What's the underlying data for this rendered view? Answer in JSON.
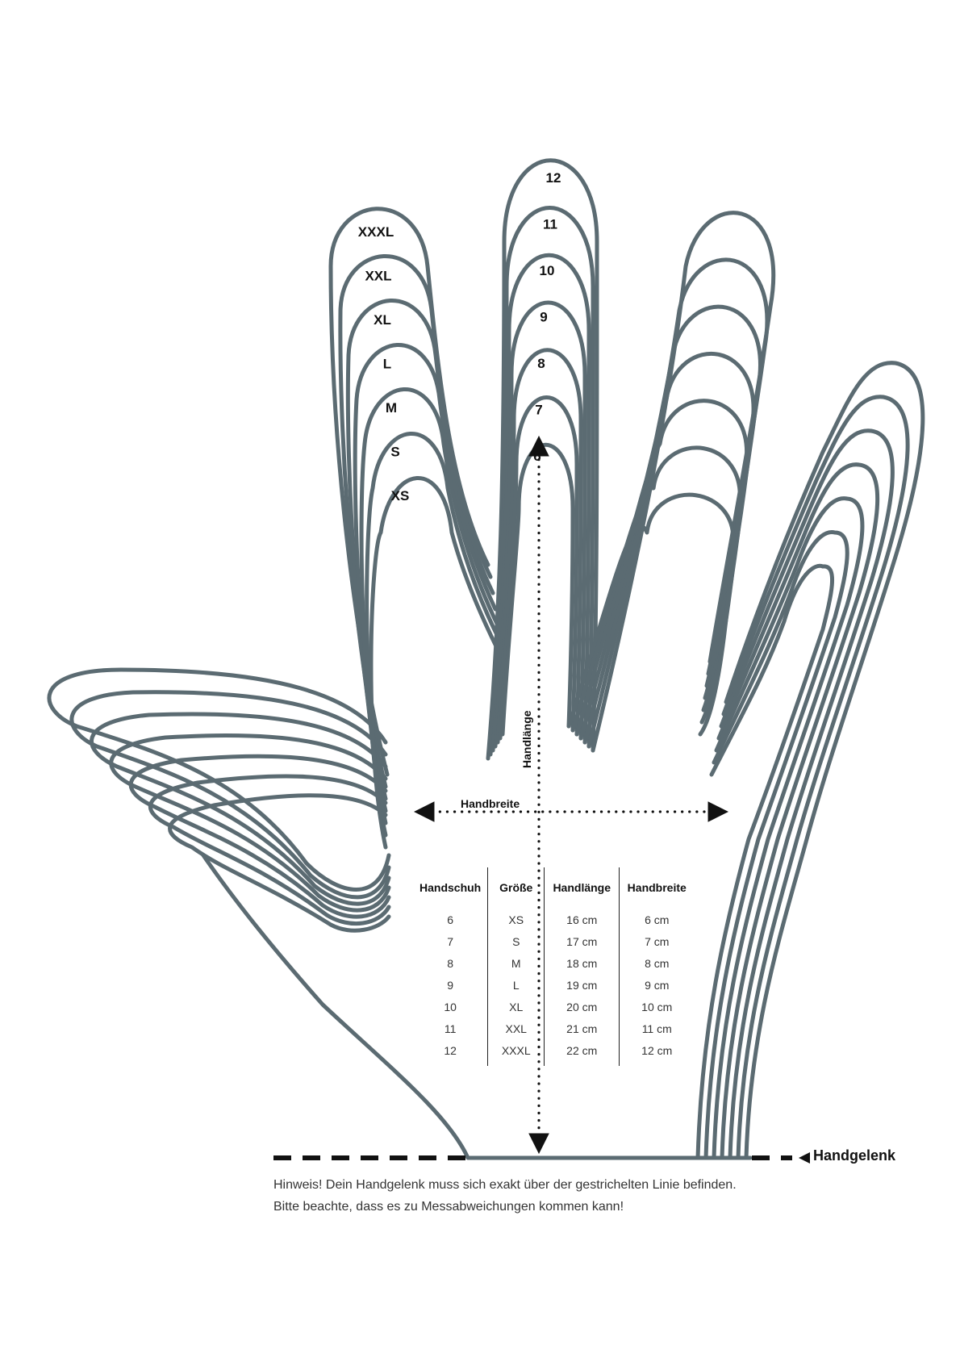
{
  "finger_size_labels": [
    "XXXL",
    "XXL",
    "XL",
    "L",
    "M",
    "S",
    "XS"
  ],
  "middle_finger_labels": [
    "12",
    "11",
    "10",
    "9",
    "8",
    "7",
    "6"
  ],
  "axis": {
    "length_label": "Handlänge",
    "width_label": "Handbreite"
  },
  "table": {
    "headers": [
      "Handschuh",
      "Größe",
      "Handlänge",
      "Handbreite"
    ],
    "rows": [
      [
        "6",
        "XS",
        "16 cm",
        "6 cm"
      ],
      [
        "7",
        "S",
        "17 cm",
        "7 cm"
      ],
      [
        "8",
        "M",
        "18 cm",
        "8 cm"
      ],
      [
        "9",
        "L",
        "19 cm",
        "9 cm"
      ],
      [
        "10",
        "XL",
        "20 cm",
        "10 cm"
      ],
      [
        "11",
        "XXL",
        "21 cm",
        "11 cm"
      ],
      [
        "12",
        "XXXL",
        "22 cm",
        "12 cm"
      ]
    ]
  },
  "wrist": {
    "label": "Handgelenk"
  },
  "note": {
    "line1": "Hinweis! Dein Handgelenk muss sich exakt über der gestrichelten Linie befinden.",
    "line2": "Bitte beachte, dass es zu Messabweichungen kommen kann!"
  },
  "colors": {
    "outline": "#5b6b72",
    "text": "#111111"
  }
}
